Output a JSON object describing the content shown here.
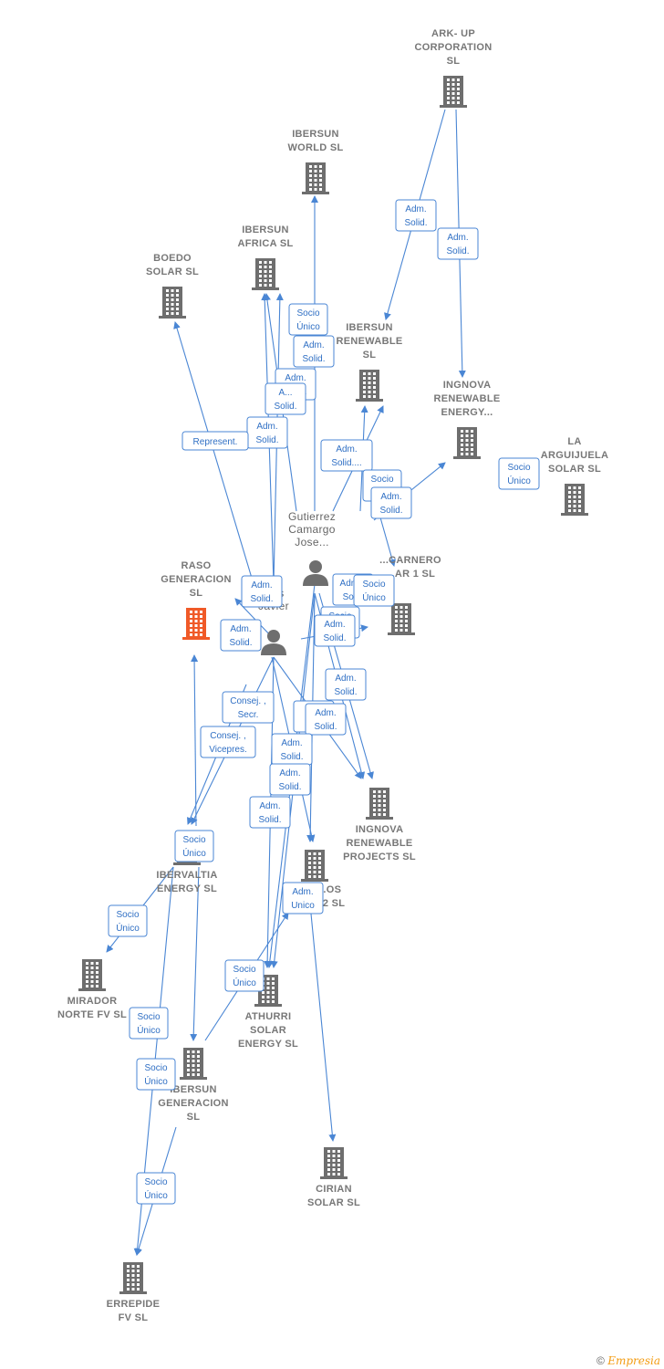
{
  "nodes": [
    {
      "id": "ark",
      "type": "company",
      "label": [
        "ARK- UP",
        "CORPORATION",
        "SL"
      ]
    },
    {
      "id": "ibersun_world",
      "type": "company",
      "label": [
        "IBERSUN",
        "WORLD  SL"
      ]
    },
    {
      "id": "ibersun_africa",
      "type": "company",
      "label": [
        "IBERSUN",
        "AFRICA  SL"
      ]
    },
    {
      "id": "boedo",
      "type": "company",
      "label": [
        "BOEDO",
        "SOLAR  SL"
      ]
    },
    {
      "id": "ibersun_renewable",
      "type": "company",
      "label": [
        "IBERSUN",
        "RENEWABLE",
        "SL"
      ]
    },
    {
      "id": "ingnova_renewable_energy",
      "type": "company",
      "label": [
        "INGNOVA",
        "RENEWABLE",
        "ENERGY..."
      ]
    },
    {
      "id": "la_arguijuela",
      "type": "company",
      "label": [
        "LA",
        "ARGUIJUELA",
        "SOLAR  SL"
      ]
    },
    {
      "id": "gutierrez",
      "type": "person",
      "label": [
        "Gutierrez",
        "Camargo",
        "Jose..."
      ]
    },
    {
      "id": "raso",
      "type": "company-focus",
      "label": [
        "RASO",
        "GENERACION",
        "SL"
      ]
    },
    {
      "id": "person2",
      "type": "person",
      "label": [
        "...a",
        "Luis",
        "Javier"
      ]
    },
    {
      "id": "carnero",
      "type": "company",
      "label": [
        "...CARNERO",
        "...AR 1  SL"
      ]
    },
    {
      "id": "ingnova_projects",
      "type": "company",
      "label": [
        "INGNOVA",
        "RENEWABLE",
        "PROJECTS  SL"
      ]
    },
    {
      "id": "ibervaltia",
      "type": "company",
      "label": [
        "IBERVALTIA",
        "ENERGY  SL"
      ]
    },
    {
      "id": "centre",
      "type": "company",
      "label": [
        "...OS",
        "...2  SL"
      ]
    },
    {
      "id": "mirador",
      "type": "company",
      "label": [
        "MIRADOR",
        "NORTE FV  SL"
      ]
    },
    {
      "id": "athurri",
      "type": "company",
      "label": [
        "ATHURRI",
        "SOLAR",
        "ENERGY  SL"
      ]
    },
    {
      "id": "ibersun_generacion",
      "type": "company",
      "label": [
        "IBERSUN",
        "GENERACION",
        "SL"
      ]
    },
    {
      "id": "cirian",
      "type": "company",
      "label": [
        "CIRIAN",
        "SOLAR  SL"
      ]
    },
    {
      "id": "errepide",
      "type": "company",
      "label": [
        "ERREPIDE",
        "FV  SL"
      ]
    }
  ],
  "relations": [
    [
      "Adm.",
      "Solid."
    ],
    [
      "Adm.",
      "Solid."
    ],
    [
      "Socio",
      "Único"
    ],
    [
      "Adm.",
      "Solid."
    ],
    [
      "Adm.",
      "Solid."
    ],
    [
      "A...",
      "Solid."
    ],
    [
      "Adm.",
      "Solid."
    ],
    [
      "Represent."
    ],
    [
      "Adm.",
      "Solid...."
    ],
    [
      "Socio",
      "..."
    ],
    [
      "Adm.",
      "Solid."
    ],
    [
      "Socio",
      "Único"
    ],
    [
      "Adm.",
      "Solid."
    ],
    [
      "Adm...",
      "Sol..."
    ],
    [
      "Socio",
      "Único"
    ],
    [
      "Adm.",
      "Solid."
    ],
    [
      "Socio",
      "..."
    ],
    [
      "Adm.",
      "Solid."
    ],
    [
      "Adm.",
      "Solid."
    ],
    [
      "Consej. ,",
      "Secr."
    ],
    [
      "Consej. ,",
      "Vicepres."
    ],
    [
      "A...",
      "S..."
    ],
    [
      "Adm.",
      "Solid."
    ],
    [
      "Adm.",
      "Solid."
    ],
    [
      "Adm.",
      "Solid."
    ],
    [
      "Adm.",
      "Solid."
    ],
    [
      "Socio",
      "Único"
    ],
    [
      "Adm.",
      "Unico"
    ],
    [
      "Socio",
      "Único"
    ],
    [
      "Socio",
      "Único"
    ],
    [
      "Socio",
      "Único"
    ],
    [
      "Socio",
      "Único"
    ],
    [
      "Socio",
      "Único"
    ]
  ],
  "footer": {
    "copyright": "©",
    "brand": "Empresia"
  },
  "colors": {
    "edge": "#4a86d4",
    "node": "#6e6e6e",
    "focus": "#f05a28"
  }
}
